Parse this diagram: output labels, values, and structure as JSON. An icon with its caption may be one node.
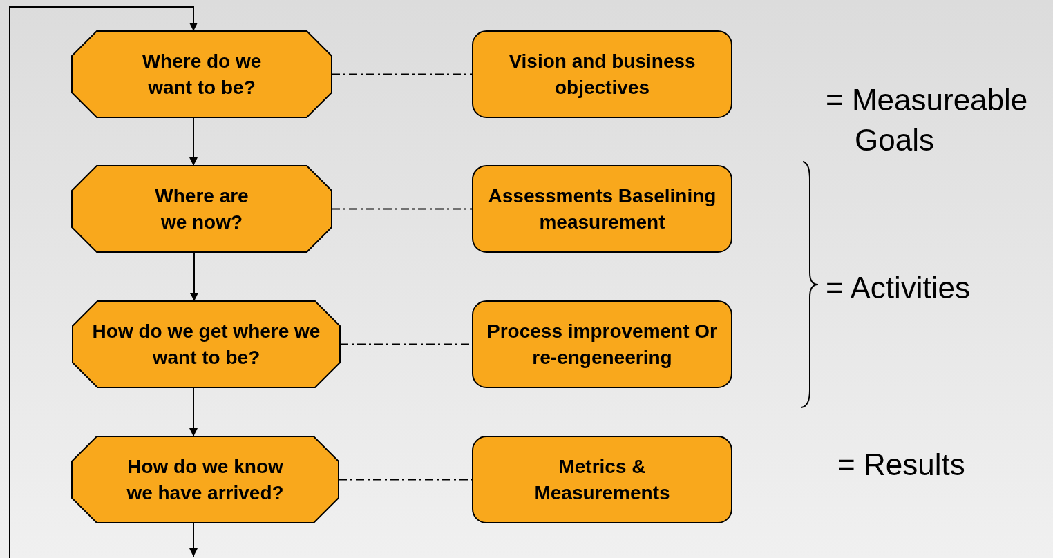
{
  "diagram": {
    "nodes": [
      {
        "text": [
          "Where do we want to be?"
        ]
      },
      {
        "text": [
          "Vision and business objectives"
        ]
      },
      {
        "text": [
          "Where are we now?"
        ]
      },
      {
        "text": [
          "Assessments Baselining measurement"
        ]
      },
      {
        "text": [
          "How do we get where we want to be?"
        ]
      },
      {
        "text": [
          "Process improvement Or re-engeneering"
        ]
      },
      {
        "text": [
          "How do we know we have arrived?"
        ]
      },
      {
        "text": [
          "Metrics & Measurements"
        ]
      }
    ],
    "edges": [
      {
        "from": null,
        "to": 0,
        "arrow": "to"
      },
      {
        "from": 0,
        "to": 2,
        "arrow": "to"
      },
      {
        "from": 2,
        "to": 4,
        "arrow": "to"
      },
      {
        "from": 4,
        "to": 6,
        "arrow": "to"
      },
      {
        "from": 6,
        "to": null,
        "arrow": "to"
      },
      {
        "from": 0,
        "to": 1,
        "arrow": "none",
        "style": "dashed"
      },
      {
        "from": 2,
        "to": 3,
        "arrow": "none",
        "style": "dashed"
      },
      {
        "from": 4,
        "to": 5,
        "arrow": "none",
        "style": "dashed"
      },
      {
        "from": 6,
        "to": 7,
        "arrow": "none",
        "style": "dashed"
      }
    ],
    "labels": [
      "= Measureable Goals",
      "= Activities",
      "= Results"
    ]
  }
}
